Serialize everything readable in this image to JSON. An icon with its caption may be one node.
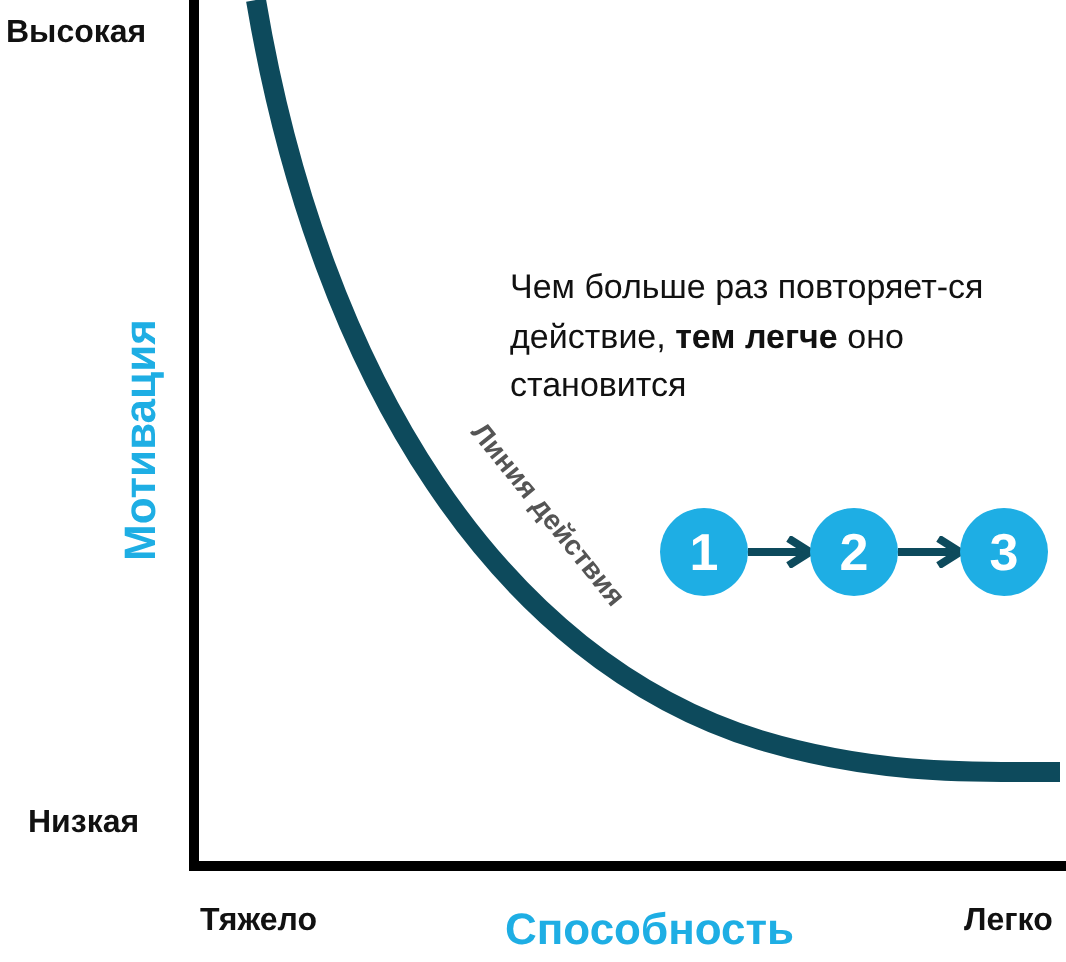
{
  "diagram": {
    "nodes": [
      {
        "text": [
          "1"
        ]
      },
      {
        "text": [
          "2"
        ]
      },
      {
        "text": [
          "3"
        ]
      }
    ],
    "edges": [
      {
        "from": 0,
        "to": 1,
        "arrow": "to"
      },
      {
        "from": 1,
        "to": 2,
        "arrow": "to"
      }
    ],
    "labels": [
      "Высокая",
      "Мотивация",
      "Чем больше раз повторяет-ся действие, **тем легче** оно становится",
      "Линия действия",
      "Низкая",
      "Тяжело",
      "Способность",
      "Легко"
    ]
  }
}
